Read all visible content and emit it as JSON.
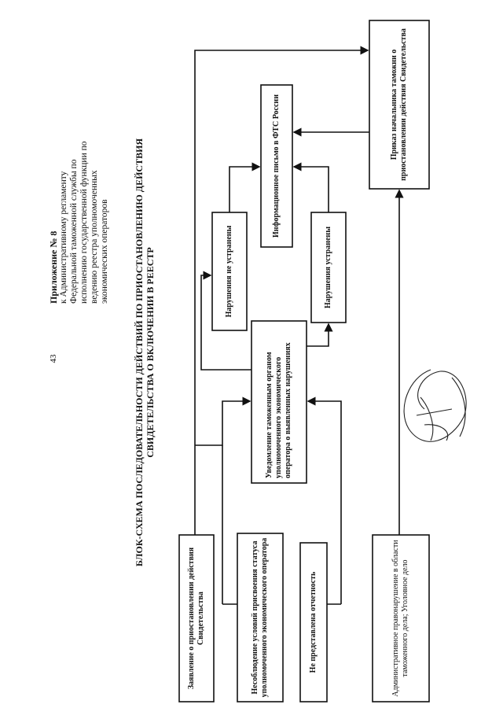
{
  "page": {
    "number": "43"
  },
  "appendix": {
    "title": "Приложение № 8",
    "lines": [
      "к Административному регламенту",
      "Федеральной таможенной службы по",
      "исполнению государственной функции по",
      "ведению реестра уполномоченных",
      "экономических операторов"
    ]
  },
  "diagram": {
    "title_line1": "БЛОК-СХЕМА ПОСЛЕДОВАТЕЛЬНОСТИ ДЕЙСТВИЙ ПО ПРИОСТАНОВЛЕНИЮ ДЕЙСТВИЯ",
    "title_line2": "СВИДЕТЕЛЬСТВА О ВКЛЮЧЕНИИ В РЕЕСТР",
    "boxes": {
      "application": "Заявление о приостановлении действия Свидетельства",
      "noncompliance": "Несоблюдение условий присвоения статуса уполномоченного экономического оператора",
      "no_report": "Не представлена отчетность",
      "admin_offense": "Административное правонарушение в области таможенного дела; Уголовное дело",
      "notification": "Уведомление таможенным органом уполномоченного экономического оператора о выявленных нарушениях",
      "not_fixed": "Нарушения не устранены",
      "fixed": "Нарушения устранены",
      "info_letter": "Информационное письмо в ФТС России",
      "order": "Приказ начальника таможни о приостановлении действия Свидетельства"
    }
  }
}
